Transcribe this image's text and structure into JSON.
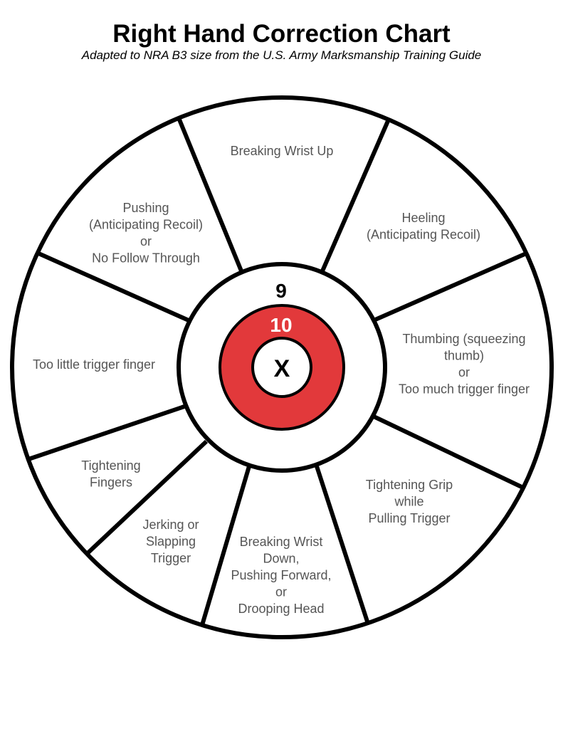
{
  "title": "Right Hand Correction Chart",
  "subtitle": "Adapted to NRA B3 size from the U.S. Army Marksmanship Training Guide",
  "colors": {
    "ten_ring": "#e2393b",
    "ring_line": "#000000",
    "label_text": "#555555"
  },
  "rings": {
    "nine": "9",
    "ten": "10",
    "x": "X"
  },
  "segments": [
    {
      "lines": [
        "Breaking Wrist Up"
      ]
    },
    {
      "lines": [
        "Heeling",
        "(Anticipating Recoil)"
      ]
    },
    {
      "lines": [
        "Thumbing (squeezing",
        "thumb)",
        "or",
        "Too much trigger finger"
      ]
    },
    {
      "lines": [
        "Tightening Grip",
        "while",
        "Pulling Trigger"
      ]
    },
    {
      "lines": [
        "Breaking Wrist",
        "Down,",
        "Pushing Forward,",
        "or",
        "Drooping Head"
      ]
    },
    {
      "lines": [
        "Jerking or",
        "Slapping",
        "Trigger"
      ]
    },
    {
      "lines": [
        "Tightening",
        "Fingers"
      ]
    },
    {
      "lines": [
        "Too little trigger finger"
      ]
    },
    {
      "lines": [
        "Pushing",
        "(Anticipating Recoil)",
        "or",
        "No Follow Through"
      ]
    }
  ]
}
